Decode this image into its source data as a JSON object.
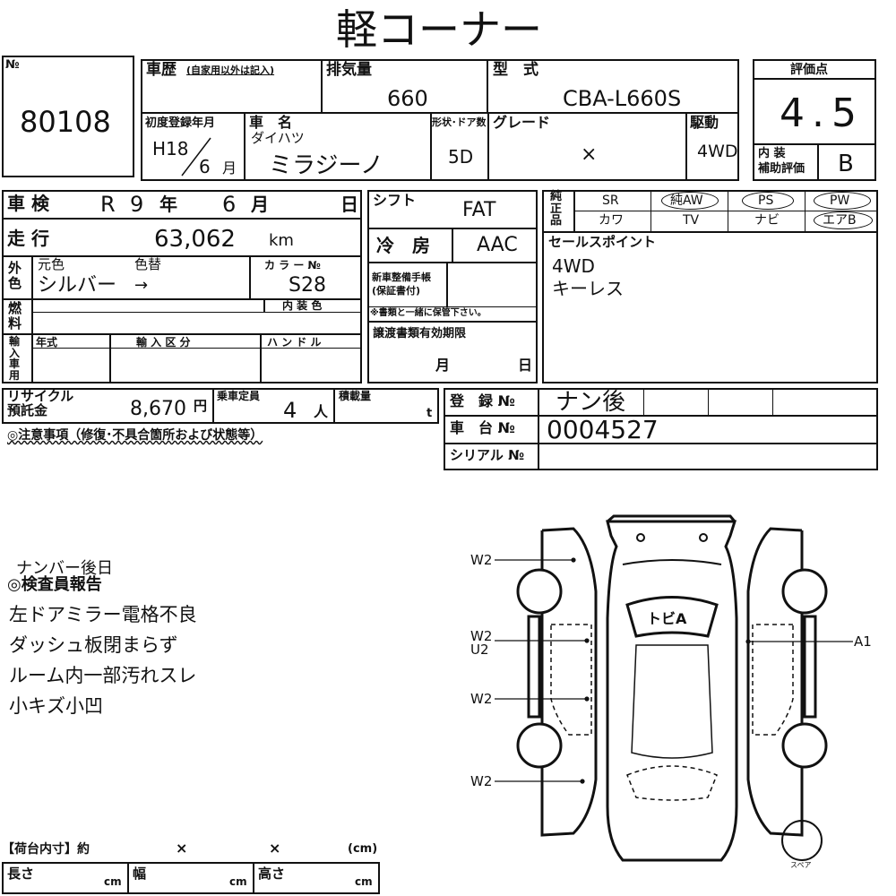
{
  "title": "軽コーナー",
  "sheet": {
    "no_label": "№",
    "no": "80108"
  },
  "rating": {
    "label": "評価点",
    "value": "4.5",
    "interior_label": "内 装\n補助評価",
    "interior_value": "B"
  },
  "history": {
    "label": "車歴",
    "note": "(自家用以外は記入)"
  },
  "displacement": {
    "label": "排気量",
    "value": "660"
  },
  "model": {
    "label": "型　式",
    "value": "CBA-L660S"
  },
  "first_reg": {
    "label": "初度登録年月",
    "era": "H18",
    "month": "6",
    "month_unit": "月"
  },
  "car_name": {
    "label": "車　名",
    "maker": "ダイハツ",
    "name": "ミラジーノ"
  },
  "doors": {
    "label": "形状･ドア数",
    "value": "5D"
  },
  "grade": {
    "label": "グレード",
    "value": "×"
  },
  "drive": {
    "label": "駆動",
    "value": "4WD"
  },
  "inspection": {
    "label": "車 検",
    "era": "R",
    "year": "9",
    "year_unit": "年",
    "month": "6",
    "month_unit": "月",
    "day_unit": "日"
  },
  "shift": {
    "label": "シフト",
    "value": "FAT"
  },
  "equipment": {
    "label": "純\n正\n品",
    "row1": [
      "SR",
      "純AW",
      "PS",
      "PW"
    ],
    "row2": [
      "カワ",
      "TV",
      "ナビ",
      "エアB"
    ],
    "circled": [
      "純AW",
      "PS",
      "PW",
      "エアB"
    ]
  },
  "mileage": {
    "label": "走 行",
    "value": "63,062",
    "unit": "km"
  },
  "ac": {
    "label": "冷　房",
    "value": "AAC"
  },
  "sales_point": {
    "label": "セールスポイント",
    "lines": [
      "4WD",
      "キーレス"
    ]
  },
  "color": {
    "outer_label": "外\n色",
    "orig_label": "元色",
    "repaint_label": "色替",
    "orig_value": "シルバー",
    "arrow": "→",
    "code_label": "カ ラ ー №",
    "code": "S28",
    "interior_color_label": "内 装 色"
  },
  "fuel": {
    "label": "燃\n料"
  },
  "warranty": {
    "label": "新車整備手帳\n(保証書付)",
    "note": "※書類と一緒に保管下さい。"
  },
  "import": {
    "label": "輸\n入\n車\n用",
    "year_label": "年式",
    "division_label": "輸 入 区 分",
    "handle_label": "ハ ン ド ル"
  },
  "transfer": {
    "label": "譲渡書類有効期限",
    "month_unit": "月",
    "day_unit": "日"
  },
  "recycle": {
    "label": "リサイクル\n預託金",
    "value": "8,670",
    "unit": "円"
  },
  "capacity": {
    "label": "乗車定員",
    "value": "4",
    "unit": "人"
  },
  "load": {
    "label": "積載量",
    "unit": "t"
  },
  "registration": {
    "label": "登　録 №",
    "value": "ナン後"
  },
  "chassis": {
    "label": "車　台 №",
    "value": "0004527"
  },
  "serial": {
    "label": "シリアル №"
  },
  "notes_label": "◎注意事項（修復･不具合箇所および状態等）",
  "inspector": {
    "pre_note": "ナンバー後日",
    "label": "◎検査員報告",
    "lines": [
      "左ドアミラー電格不良",
      "ダッシュ板閉まらず",
      "ルーム内一部汚れスレ",
      "小キズ小凹"
    ]
  },
  "diagram": {
    "roof_label": "トビA",
    "marks_left": [
      "W2",
      "W2\nU2",
      "W2",
      "W2"
    ],
    "marks_right": [
      "A1"
    ],
    "spare_label": "スペア"
  },
  "cargo": {
    "label": "【荷台内寸】約",
    "x1": "×",
    "x2": "×",
    "unit": "(cm)",
    "length_label": "長さ",
    "width_label": "幅",
    "height_label": "高さ",
    "cm": "cm"
  }
}
